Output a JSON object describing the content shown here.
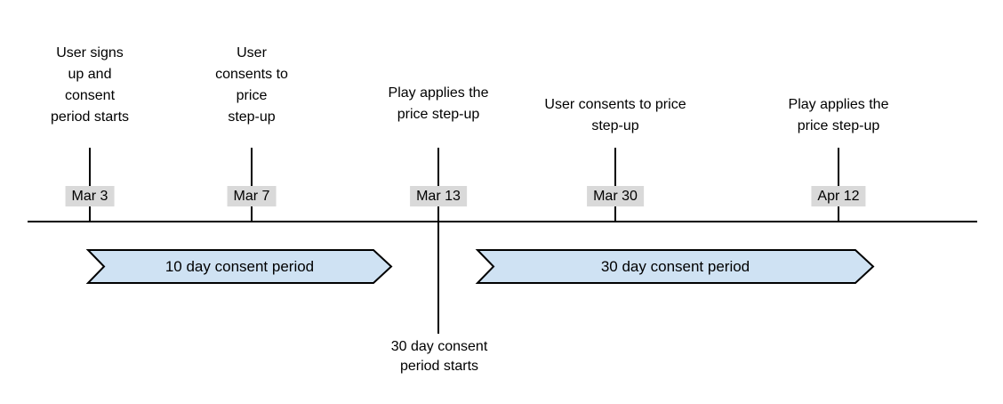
{
  "diagram": {
    "type": "timeline",
    "events": [
      {
        "date": "Mar 3",
        "label": "User signs\nup and\nconsent\nperiod starts"
      },
      {
        "date": "Mar 7",
        "label": "User\nconsents to\nprice\nstep-up"
      },
      {
        "date": "Mar 13",
        "label": "Play applies the\nprice step-up"
      },
      {
        "date": "Mar 30",
        "label": "User consents to price\nstep-up"
      },
      {
        "date": "Apr 12",
        "label": "Play applies the\nprice step-up"
      }
    ],
    "periods": [
      {
        "label": "10 day consent period",
        "starts_at": "Mar 3",
        "ends_before": "Mar 13"
      },
      {
        "label": "30 day consent period",
        "starts_at": "Mar 13",
        "ends_at": "Apr 12"
      }
    ],
    "annotations": [
      {
        "label": "30 day consent\nperiod starts",
        "attached_to": "Mar 13"
      }
    ],
    "colors": {
      "background": "#ffffff",
      "line": "#000000",
      "text": "#000000",
      "date_badge_bg": "#d9d9d9",
      "period_fill": "#cfe2f3",
      "period_border": "#000000"
    }
  }
}
